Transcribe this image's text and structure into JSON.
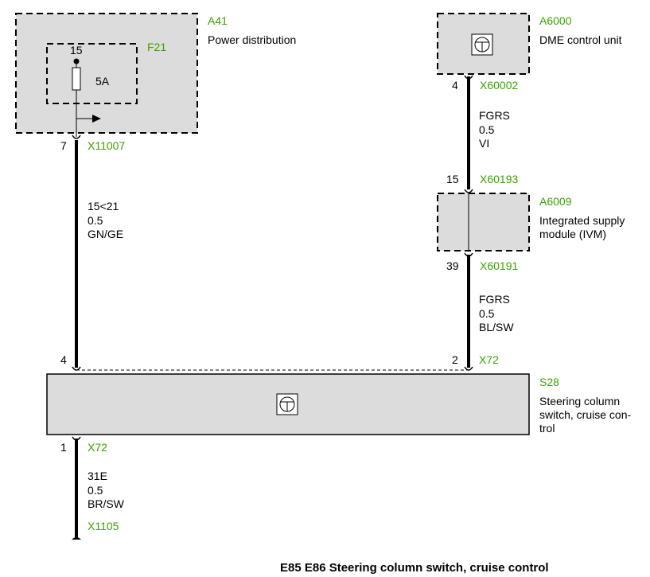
{
  "colors": {
    "component_fill": "#dcdcdc",
    "line": "#000000",
    "label_green": "#3aa200",
    "background": "#ffffff"
  },
  "components": {
    "a41": {
      "id": "A41",
      "name": "Power distribution"
    },
    "f21": {
      "id": "F21",
      "pin": "15",
      "rating": "5A"
    },
    "a6000": {
      "id": "A6000",
      "name": "DME control unit",
      "icon": "control-unit-icon"
    },
    "a6009": {
      "id": "A6009",
      "name_line1": "Integrated supply",
      "name_line2": "module (IVM)"
    },
    "s28": {
      "id": "S28",
      "name_line1": "Steering column",
      "name_line2": "switch, cruise con-",
      "name_line3": "trol",
      "icon": "control-unit-icon"
    }
  },
  "connectors": {
    "x11007": {
      "id": "X11007",
      "pin": "7"
    },
    "x60002": {
      "id": "X60002",
      "pin": "4"
    },
    "x60193": {
      "id": "X60193",
      "pin": "15"
    },
    "x60191": {
      "id": "X60191",
      "pin": "39"
    },
    "x72_top_left": {
      "pin": "4"
    },
    "x72_top_right": {
      "id": "X72",
      "pin": "2"
    },
    "x72_bottom": {
      "id": "X72",
      "pin": "1"
    },
    "x1105": {
      "id": "X1105"
    }
  },
  "wires": {
    "w1": {
      "signal": "15<21",
      "cross_section": "0.5",
      "color": "GN/GE"
    },
    "w2": {
      "signal": "FGRS",
      "cross_section": "0.5",
      "color": "VI"
    },
    "w3": {
      "signal": "FGRS",
      "cross_section": "0.5",
      "color": "BL/SW"
    },
    "w4": {
      "signal": "31E",
      "cross_section": "0.5",
      "color": "BR/SW"
    }
  },
  "title": "E85 E86 Steering column switch, cruise control"
}
